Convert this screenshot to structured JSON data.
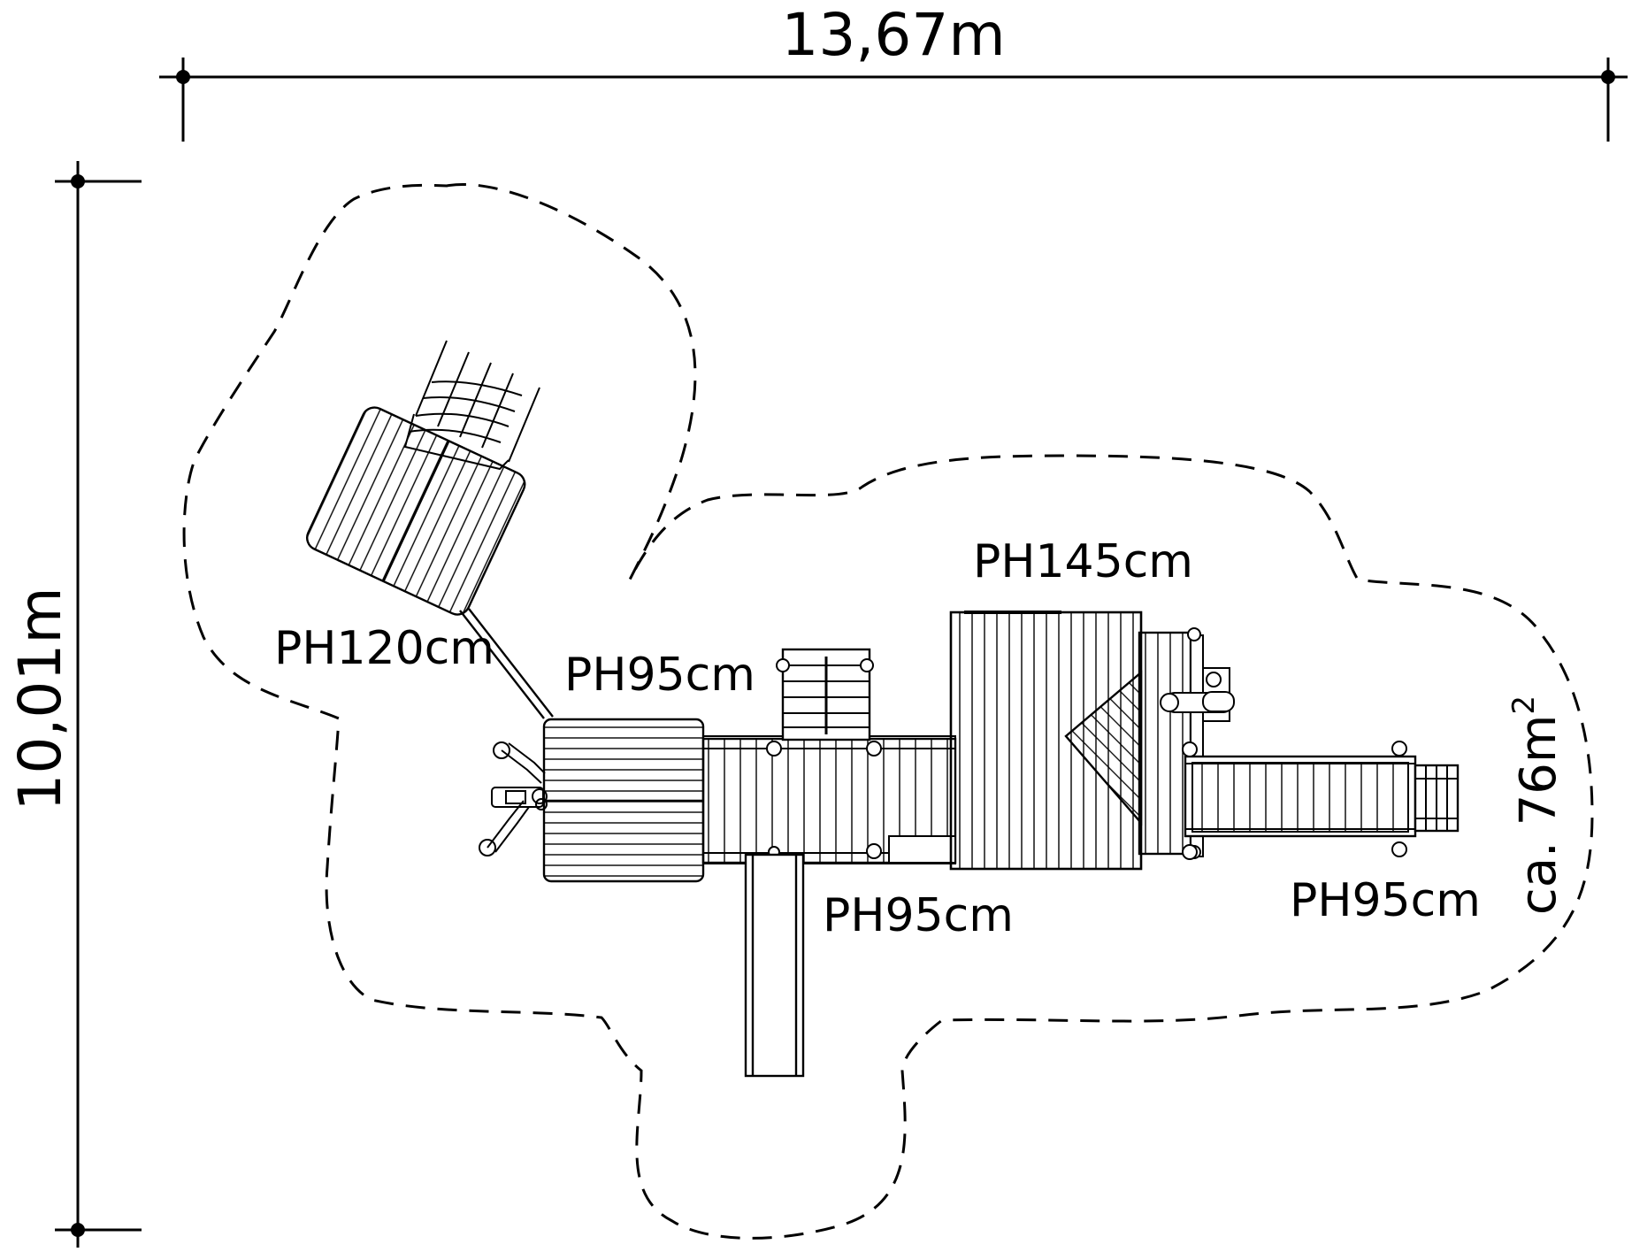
{
  "dimensions": {
    "width": "13,67m",
    "height": "10,01m"
  },
  "area": {
    "prefix": "ca. 76m",
    "sup": "2"
  },
  "platforms": [
    {
      "id": "tower-left",
      "label": "PH120cm"
    },
    {
      "id": "platform-mid",
      "label": "PH95cm"
    },
    {
      "id": "tower-main",
      "label": "PH145cm"
    },
    {
      "id": "bridge-lower",
      "label": "PH95cm"
    },
    {
      "id": "platform-right",
      "label": "PH95cm"
    }
  ],
  "colors": {
    "line": "#000000",
    "background": "#ffffff"
  }
}
